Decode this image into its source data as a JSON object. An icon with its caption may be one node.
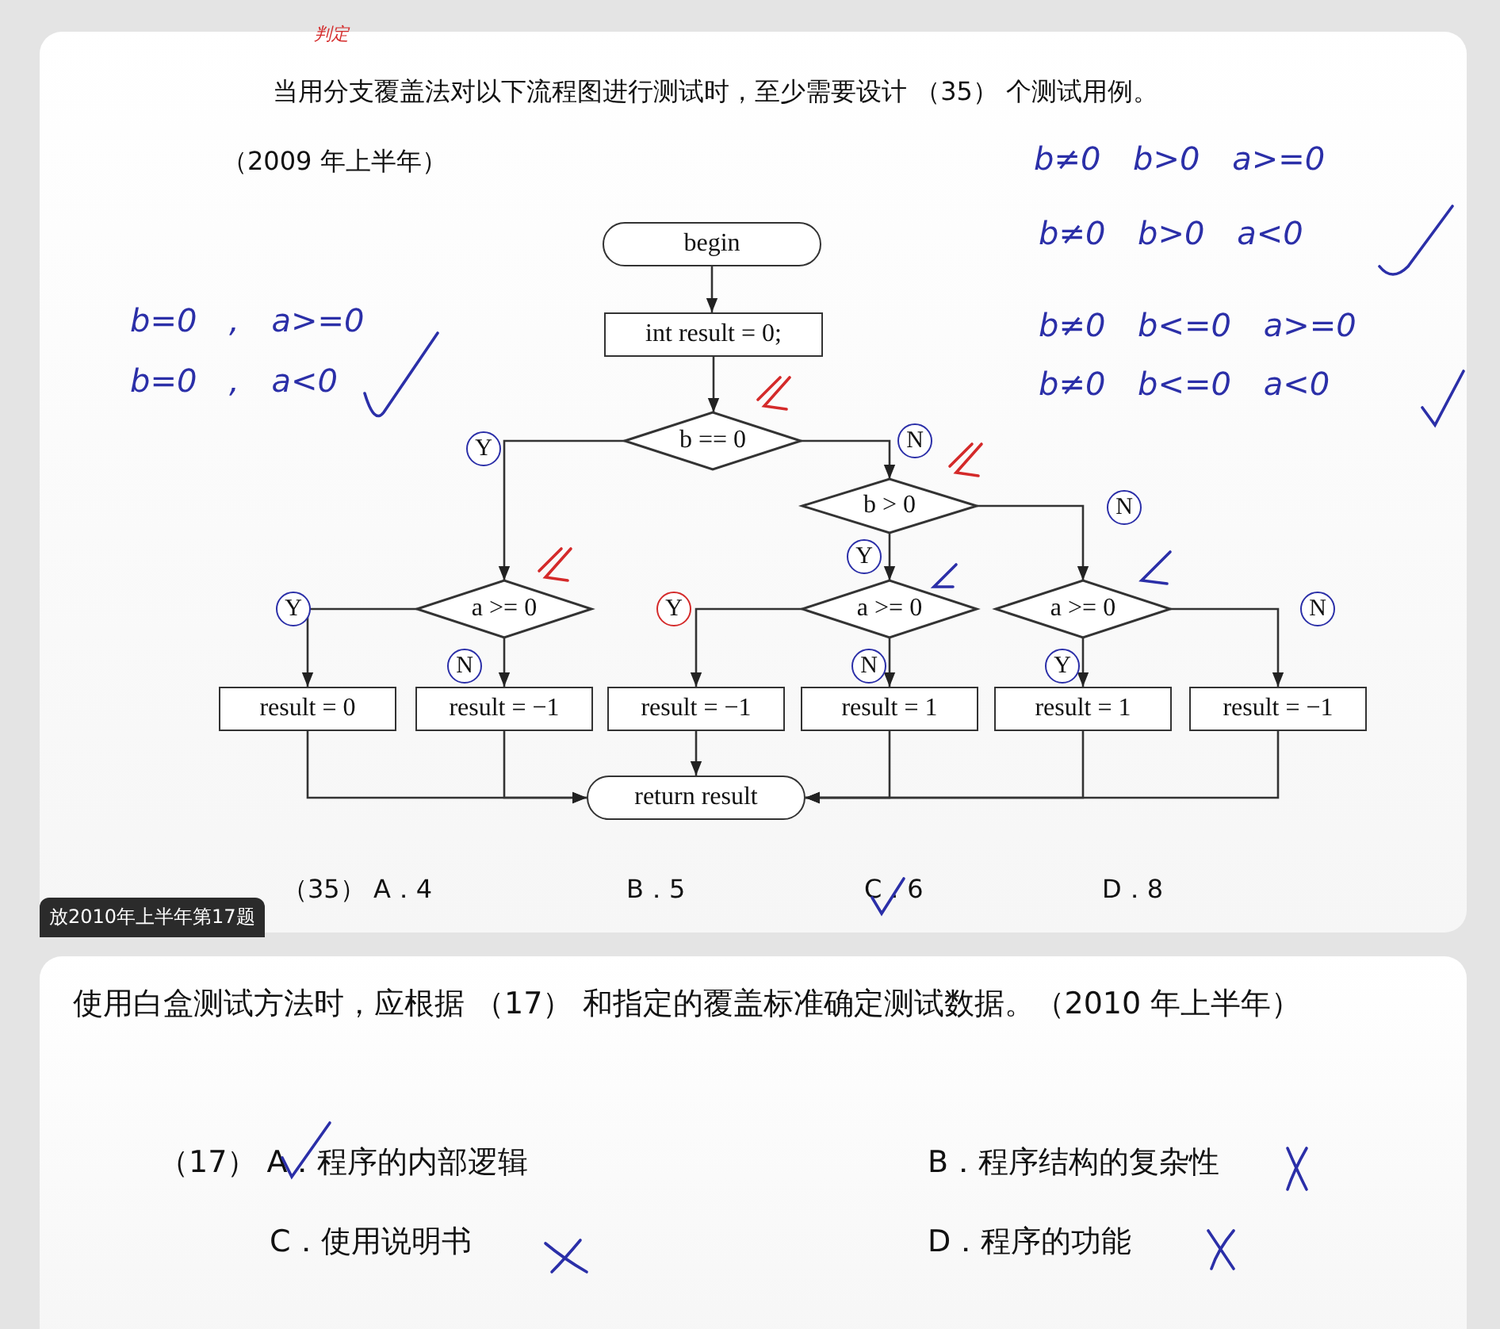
{
  "diagram": {
    "nodes": [
      {
        "text": [
          "begin"
        ]
      },
      {
        "text": [
          "int result = 0;"
        ]
      },
      {
        "text": [
          "b == 0"
        ]
      },
      {
        "text": [
          "b > 0"
        ]
      },
      {
        "text": [
          "a >= 0"
        ]
      },
      {
        "text": [
          "a >= 0"
        ]
      },
      {
        "text": [
          "a >= 0"
        ]
      },
      {
        "text": [
          "result = 0"
        ]
      },
      {
        "text": [
          "result = −1"
        ]
      },
      {
        "text": [
          "result = −1"
        ]
      },
      {
        "text": [
          "result = 1"
        ]
      },
      {
        "text": [
          "result = 1"
        ]
      },
      {
        "text": [
          "result = −1"
        ]
      },
      {
        "text": [
          "return result"
        ]
      }
    ],
    "edges": [
      {
        "from": 0,
        "to": 1,
        "arrow": "to"
      },
      {
        "from": 1,
        "to": 2,
        "arrow": "to"
      },
      {
        "from": 2,
        "to": 4,
        "arrow": "to",
        "label": "Y"
      },
      {
        "from": 2,
        "to": 3,
        "arrow": "to",
        "label": "N"
      },
      {
        "from": 3,
        "to": 5,
        "arrow": "to",
        "label": "Y"
      },
      {
        "from": 3,
        "to": 6,
        "arrow": "to",
        "label": "N"
      },
      {
        "from": 4,
        "to": 7,
        "arrow": "to",
        "label": "Y"
      },
      {
        "from": 4,
        "to": 8,
        "arrow": "to",
        "label": "N"
      },
      {
        "from": 5,
        "to": 9,
        "arrow": "to",
        "label": "Y"
      },
      {
        "from": 5,
        "to": 10,
        "arrow": "to",
        "label": "N"
      },
      {
        "from": 6,
        "to": 11,
        "arrow": "to",
        "label": "Y"
      },
      {
        "from": 6,
        "to": 12,
        "arrow": "to",
        "label": "N"
      },
      {
        "from": 7,
        "to": 13,
        "arrow": "to"
      },
      {
        "from": 8,
        "to": 13,
        "arrow": "to"
      },
      {
        "from": 9,
        "to": 13,
        "arrow": "to"
      },
      {
        "from": 10,
        "to": 13,
        "arrow": "to"
      },
      {
        "from": 11,
        "to": 13,
        "arrow": "to"
      },
      {
        "from": 12,
        "to": 13,
        "arrow": "to"
      }
    ],
    "labels": [
      "判定",
      "当用分支覆盖法对以下流程图进行测试时，至少需要设计 （35） 个测试用例。",
      "（2009 年上半年）",
      "b≠0 b>0 a>=0",
      "b≠0 b>0 a<0",
      "b=0 , a>=0",
      "b=0 , a<0",
      "b≠0 b<=0 a>=0",
      "b≠0 b<=0 a<0",
      "（35） A．4",
      "B．5",
      "C．6",
      "D．8",
      "放2010年上半年第17题",
      "使用白盒测试方法时，应根据 （17） 和指定的覆盖标准确定测试数据。（2010 年上半年）",
      "（17） A．程序的内部逻辑",
      "B．程序结构的复杂性",
      "C．使用说明书",
      "D．程序的功能"
    ]
  }
}
